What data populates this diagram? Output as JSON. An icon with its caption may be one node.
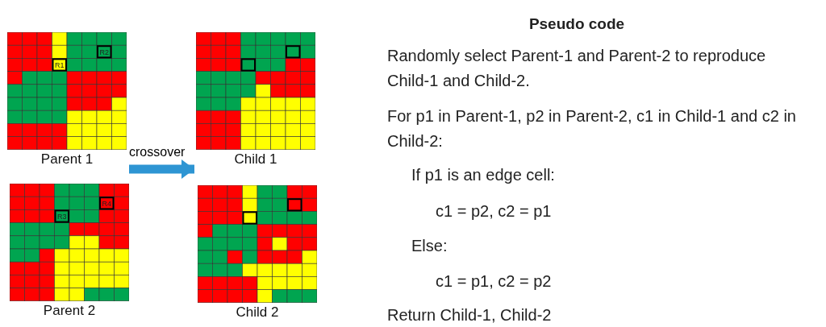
{
  "diagram": {
    "nodes": [
      {
        "text": [
          "Parent 1"
        ]
      },
      {
        "text": [
          "Child 1"
        ]
      },
      {
        "text": [
          "Parent 2"
        ]
      },
      {
        "text": [
          "Child 2"
        ]
      }
    ],
    "edges": [
      {
        "from": 0,
        "to": 1,
        "arrow": "to",
        "label": "crossover"
      }
    ],
    "labels": [
      "R1",
      "R2",
      "R3",
      "R4",
      "Pseudo code",
      "Randomly select Parent-1 and Parent-2 to reproduce Child-1 and Child-2.",
      "For p1 in Parent-1, p2 in Parent-2, c1 in Child-1 and c2 in Child-2:",
      "If p1 is an edge cell:",
      "c1 = p2, c2 = p1",
      "Else:",
      "c1 = p1, c2 = p2",
      "Return Child-1, Child-2"
    ]
  }
}
